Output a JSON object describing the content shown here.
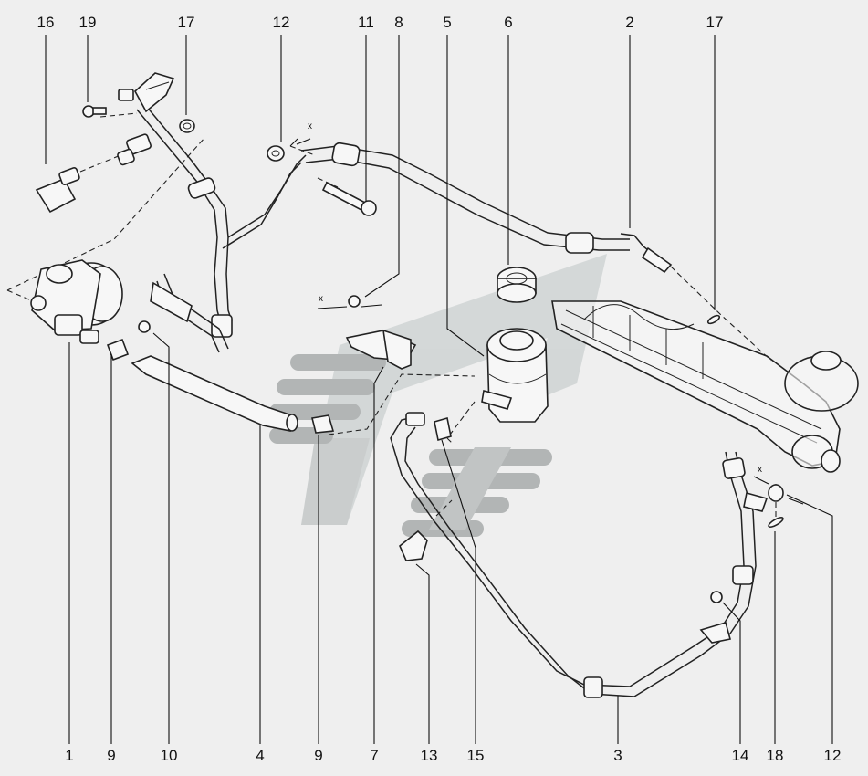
{
  "labels": {
    "top": [
      {
        "id": "16",
        "text": "16"
      },
      {
        "id": "19",
        "text": "19"
      },
      {
        "id": "17a",
        "text": "17"
      },
      {
        "id": "12a",
        "text": "12"
      },
      {
        "id": "11",
        "text": "11"
      },
      {
        "id": "8",
        "text": "8"
      },
      {
        "id": "5",
        "text": "5"
      },
      {
        "id": "6",
        "text": "6"
      },
      {
        "id": "2",
        "text": "2"
      },
      {
        "id": "17b",
        "text": "17"
      }
    ],
    "bottom": [
      {
        "id": "1",
        "text": "1"
      },
      {
        "id": "9a",
        "text": "9"
      },
      {
        "id": "10",
        "text": "10"
      },
      {
        "id": "4",
        "text": "4"
      },
      {
        "id": "9b",
        "text": "9"
      },
      {
        "id": "7",
        "text": "7"
      },
      {
        "id": "13",
        "text": "13"
      },
      {
        "id": "15",
        "text": "15"
      },
      {
        "id": "3",
        "text": "3"
      },
      {
        "id": "14",
        "text": "14"
      },
      {
        "id": "18",
        "text": "18"
      },
      {
        "id": "12b",
        "text": "12"
      }
    ],
    "x_marks": [
      "x",
      "x",
      "x"
    ]
  },
  "colors": {
    "background": "#efefef",
    "line": "#222222",
    "watermark_light": "#cfd3d3",
    "watermark_dark": "#9ea2a2"
  }
}
